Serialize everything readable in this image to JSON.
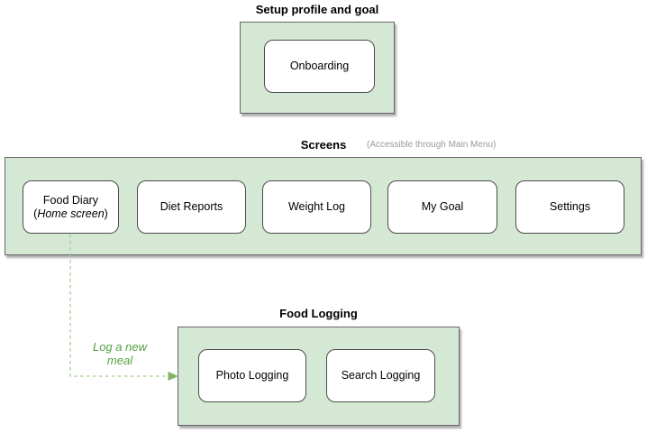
{
  "diagram": {
    "setup": {
      "title": "Setup profile and goal",
      "screens": [
        {
          "label": "Onboarding"
        }
      ]
    },
    "screens": {
      "title": "Screens",
      "note": "(Accessible through Main Menu)",
      "screens": [
        {
          "label": "Food Diary",
          "sublabel_open": "(",
          "sublabel_italic": "Home screen",
          "sublabel_close": ")"
        },
        {
          "label": "Diet Reports"
        },
        {
          "label": "Weight Log"
        },
        {
          "label": "My Goal"
        },
        {
          "label": "Settings"
        }
      ]
    },
    "food_logging": {
      "title": "Food Logging",
      "screens": [
        {
          "label": "Photo Logging"
        },
        {
          "label": "Search Logging"
        }
      ]
    },
    "arrow": {
      "label_lines": [
        "Log a new",
        "meal"
      ]
    },
    "colors": {
      "container_fill": "#d5e8d4",
      "container_border": "#666666",
      "box_fill": "#ffffff",
      "box_border": "#4d4d4d",
      "arrow_dash_green": "#a0cf8d",
      "arrow_head_green": "#82b366",
      "arrow_label_green": "#53a043",
      "note_gray": "#999999",
      "title_black": "#000000"
    }
  }
}
